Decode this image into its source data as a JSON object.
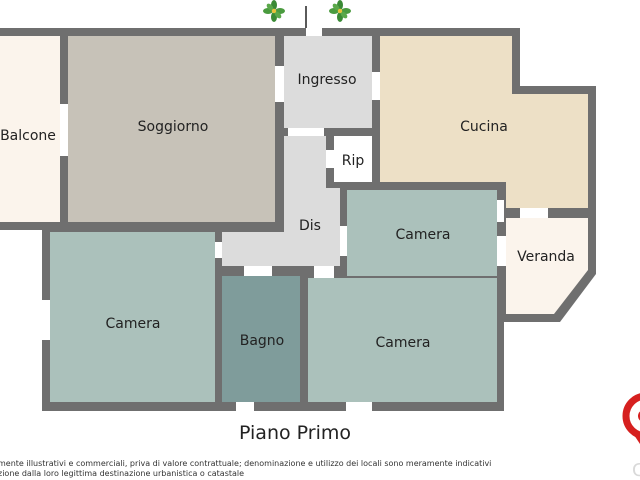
{
  "plan": {
    "rooms": {
      "balcone": "Balcone",
      "soggiorno": "Soggiorno",
      "ingresso": "Ingresso",
      "cucina": "Cucina",
      "rip": "Rip",
      "dis": "Dis",
      "camera_center": "Camera",
      "veranda": "Veranda",
      "camera_left": "Camera",
      "bagno": "Bagno",
      "camera_bottom": "Camera"
    },
    "floor_title": "Piano Primo"
  },
  "colors": {
    "wall": "#6f6f6f",
    "balcone": "#fbf4ec",
    "soggiorno": "#c7c2b8",
    "ingresso": "#dcdcdc",
    "cucina": "#ede0c6",
    "camera": "#abc1bb",
    "bagno": "#7f9c9b",
    "veranda": "#fbf4ec",
    "logo": "#d6201f"
  },
  "disclaimer": {
    "line1": "mente illustrativi e commerciali, priva di valore contrattuale; denominazione e utilizzo dei locali sono meramente indicativi",
    "line2": "zione dalla loro legittima destinazione urbanistica o catastale"
  }
}
